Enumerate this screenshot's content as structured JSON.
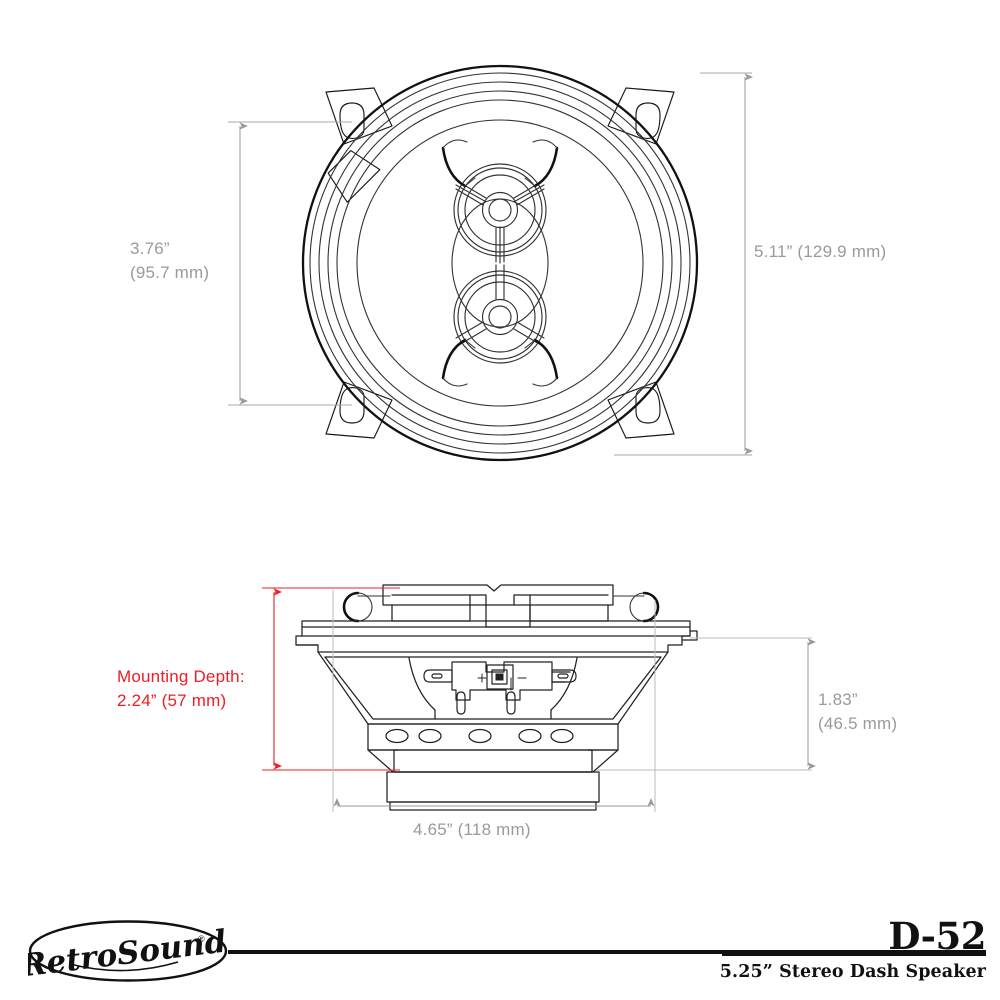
{
  "document": {
    "kind": "product-dimension-drawing",
    "background_color": "#ffffff"
  },
  "views": {
    "front": {
      "name": "front-view",
      "caption": ""
    },
    "side": {
      "name": "side-profile-view",
      "caption": ""
    }
  },
  "dimensions": {
    "front_mounting_height": {
      "label": "3.76”\n(95.7 mm)",
      "inches": "3.76”",
      "metric": "(95.7 mm)",
      "color": "#9a9a9a"
    },
    "front_overall_diameter": {
      "label": "5.11” (129.9 mm)",
      "inches": "5.11”",
      "metric": "(129.9 mm)",
      "color": "#9a9a9a"
    },
    "mounting_depth": {
      "label": "Mounting Depth:\n2.24” (57 mm)",
      "title": "Mounting Depth:",
      "inches": "2.24”",
      "metric": "(57 mm)",
      "color": "#ee1c25"
    },
    "side_height": {
      "label": "1.83”\n(46.5 mm)",
      "inches": "1.83”",
      "metric": "(46.5 mm)",
      "color": "#9a9a9a"
    },
    "side_width": {
      "label": "4.65” (118 mm)",
      "inches": "4.65”",
      "metric": "(118 mm)",
      "color": "#9a9a9a"
    }
  },
  "footer": {
    "brand_logo": {
      "name": "retrosound-logo",
      "text": "RetroSound",
      "registered_mark": "®"
    },
    "model_code": "D-52",
    "model_description": "5.25” Stereo Dash Speaker",
    "rule_color": "#111111"
  },
  "colors": {
    "line": "#1a1a1a",
    "thin_line": "#3a3a3a",
    "dimension_line": "#9a9a9a",
    "accent_red": "#ee1c25",
    "text_dark": "#111111"
  }
}
